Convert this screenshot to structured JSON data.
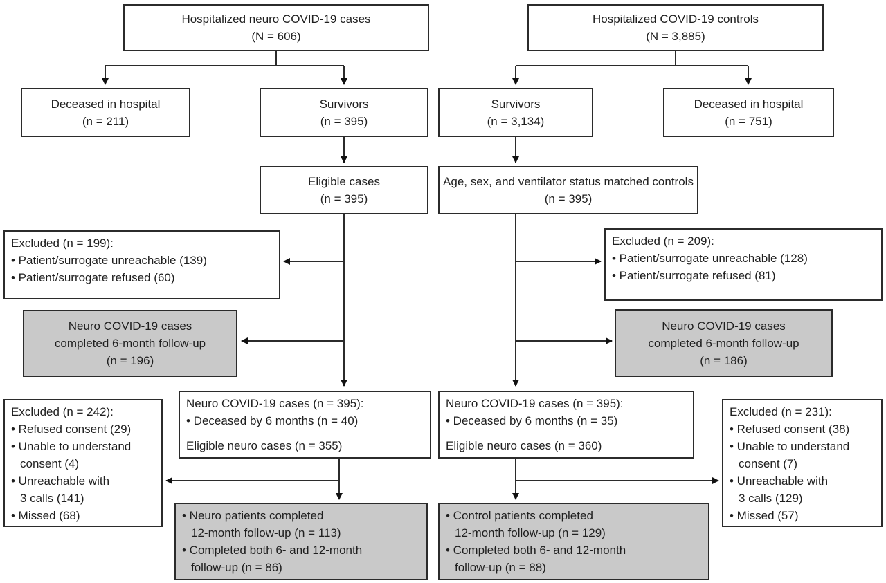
{
  "colors": {
    "box_border": "#2b2b2b",
    "text": "#1f1f1f",
    "highlight_fill": "#c9c9c9",
    "background": "#ffffff"
  },
  "flowchart": {
    "case_top": {
      "lines": [
        "Hospitalized neuro COVID-19 cases",
        "(N = 606)"
      ]
    },
    "control_top": {
      "lines": [
        "Hospitalized COVID-19 controls",
        "(N = 3,885)"
      ]
    },
    "case_deceased": {
      "lines": [
        "Deceased in hospital",
        "(n = 211)"
      ]
    },
    "case_survivors": {
      "lines": [
        "Survivors",
        "(n = 395)"
      ]
    },
    "control_survivors": {
      "lines": [
        "Survivors",
        "(n = 3,134)"
      ]
    },
    "control_deceased": {
      "lines": [
        "Deceased in hospital",
        "(n = 751)"
      ]
    },
    "case_eligible": {
      "lines": [
        "Eligible cases",
        "(n = 395)"
      ]
    },
    "control_matched": {
      "lines": [
        "Age, sex, and ventilator status matched controls",
        "(n = 395)"
      ]
    },
    "case_excluded_6mo": {
      "lines": [
        "Excluded (n = 199):",
        "• Patient/surrogate unreachable (139)",
        "• Patient/surrogate refused (60)"
      ]
    },
    "control_excluded_6mo": {
      "lines": [
        "Excluded (n = 209):",
        "• Patient/surrogate unreachable (128)",
        "• Patient/surrogate refused (81)"
      ]
    },
    "case_6mo_followup": {
      "lines": [
        "Neuro COVID-19 cases",
        "completed 6-month follow-up",
        "(n = 196)"
      ]
    },
    "control_6mo_followup": {
      "lines": [
        "Neuro COVID-19 cases",
        "completed 6-month follow-up",
        "(n = 186)"
      ]
    },
    "case_neuro": {
      "lines": [
        "Neuro COVID-19 cases (n = 395):",
        "• Deceased by 6 months (n = 40)",
        "Eligible neuro cases (n = 355)"
      ]
    },
    "control_neuro": {
      "lines": [
        "Neuro COVID-19 cases (n = 395):",
        "• Deceased by 6 months (n = 35)",
        "Eligible neuro cases (n = 360)"
      ]
    },
    "case_excluded_12mo": {
      "lines": [
        "Excluded (n = 242):",
        "• Refused consent (29)",
        "• Unable to understand",
        "consent (4)",
        "• Unreachable with",
        "3 calls (141)",
        "• Missed (68)"
      ]
    },
    "control_excluded_12mo": {
      "lines": [
        "Excluded (n = 231):",
        "• Refused consent (38)",
        "• Unable to understand",
        "consent (7)",
        "• Unreachable with",
        "3 calls (129)",
        "• Missed (57)"
      ]
    },
    "case_12mo_followup": {
      "lines": [
        "• Neuro patients completed",
        "12-month follow-up (n = 113)",
        "• Completed both 6- and 12-month",
        "follow-up (n = 86)"
      ]
    },
    "control_12mo_followup": {
      "lines": [
        "• Control patients completed",
        "12-month follow-up (n = 129)",
        "• Completed both 6- and 12-month",
        "follow-up (n = 88)"
      ]
    }
  }
}
